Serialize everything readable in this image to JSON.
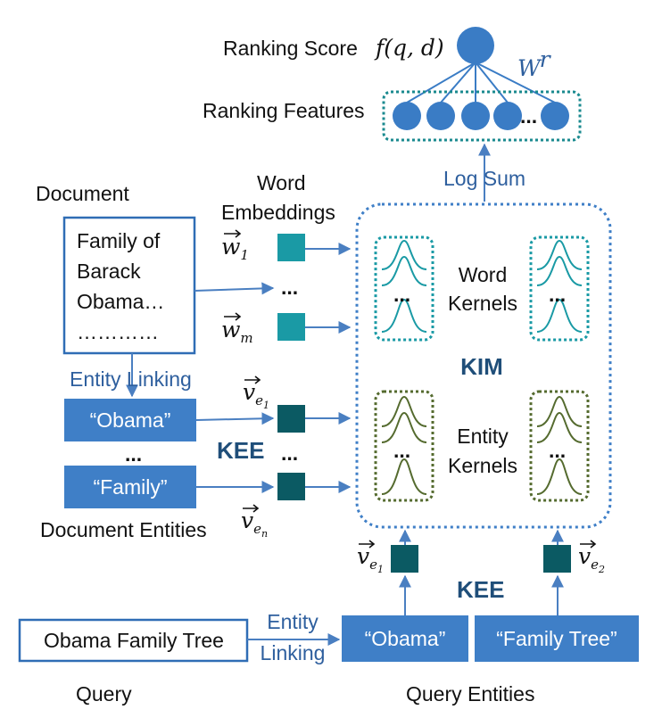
{
  "top": {
    "ranking_score_label": "Ranking Score",
    "ranking_score_math": "f(q, d)",
    "ranking_features_label": "Ranking Features",
    "weight_symbol": "W",
    "weight_sup": "r",
    "ellipsis": "...",
    "log_sum_label": "Log Sum"
  },
  "document": {
    "title": "Document",
    "lines": [
      "Family of",
      "Barack",
      "Obama…",
      "…………"
    ],
    "entity_linking_label": "Entity Linking",
    "entities": [
      "“Obama”",
      "“Family”"
    ],
    "entities_dots": "...",
    "entities_label": "Document Entities"
  },
  "embeddings": {
    "title_line1": "Word",
    "title_line2": "Embeddings",
    "w": "w",
    "w1_sub": "1",
    "wm_sub": "m",
    "mid_dots": "...",
    "entity_dots": "...",
    "v": "v",
    "e": "e",
    "ve1_sub": "1",
    "ven_sub": "n"
  },
  "kim": {
    "label": "KIM",
    "word_kernels_line1": "Word",
    "word_kernels_line2": "Kernels",
    "entity_kernels_line1": "Entity",
    "entity_kernels_line2": "Kernels",
    "kernel_dots": "..."
  },
  "kee_left": "KEE",
  "kee_right": "KEE",
  "query": {
    "text": "Obama Family Tree",
    "label": "Query",
    "entity_linking_line1": "Entity",
    "entity_linking_line2": "Linking",
    "entities": [
      "“Obama”",
      "“Family Tree”"
    ],
    "entities_label": "Query Entities",
    "qe1_sub": "1",
    "qe2_sub": "2"
  },
  "colors": {
    "node_blue": "#3a7cc5",
    "teal": "#1a9aa5",
    "dark_teal": "#0b5a63",
    "olive": "#556b2f",
    "arrow_blue": "#4a7fc1",
    "box_blue": "#3f7fc7",
    "dotted_blue": "#3f7fc7"
  }
}
